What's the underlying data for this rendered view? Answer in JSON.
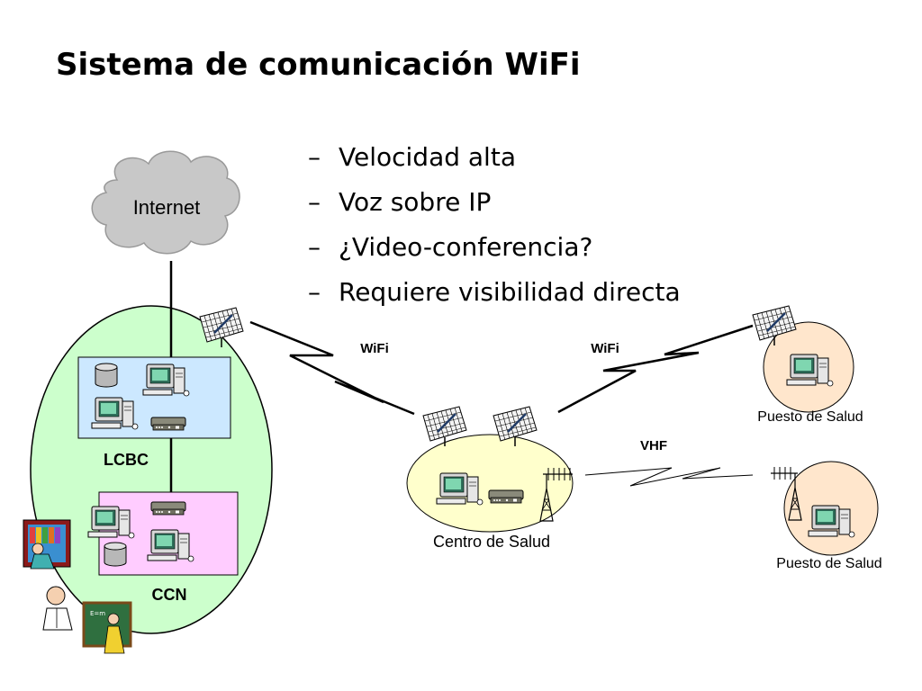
{
  "title": "Sistema de comunicación WiFi",
  "bullets": [
    "Velocidad alta",
    "Voz sobre IP",
    "¿Video-conferencia?",
    "Requiere visibilidad directa"
  ],
  "bullet_marker": "–",
  "diagram": {
    "cloud_label": "Internet",
    "lcbc_label": "LCBC",
    "ccn_label": "CCN",
    "link_left_label": "WiFi",
    "link_right_label": "WiFi",
    "link_vhf_label": "VHF",
    "centro_label": "Centro de Salud",
    "puesto_upper_label": "Puesto de Salud",
    "puesto_lower_label": "Puesto de Salud",
    "device_led_text": "ooo ● ■",
    "colors": {
      "cloud": "#c8c8c8",
      "campus": "#ccffcc",
      "lcbc_box": "#cce8ff",
      "ccn_box": "#ffccff",
      "centro": "#ffffcc",
      "puesto": "#ffe6cc"
    }
  }
}
